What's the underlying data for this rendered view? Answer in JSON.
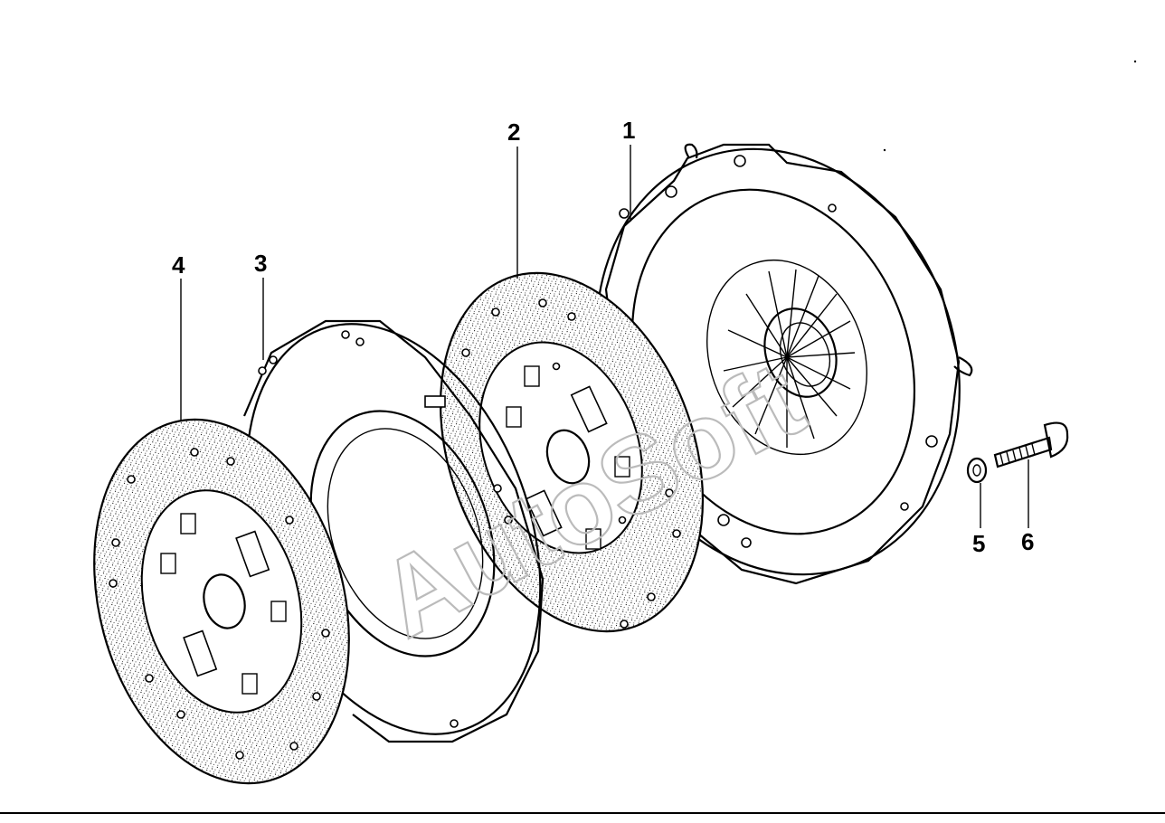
{
  "callouts": {
    "c1": "1",
    "c2": "2",
    "c3": "3",
    "c4": "4",
    "c5": "5",
    "c6": "6"
  },
  "watermark": "AutoSoft",
  "colors": {
    "ink": "#000000",
    "paper": "#ffffff",
    "watermark": "#bbbbbb"
  }
}
